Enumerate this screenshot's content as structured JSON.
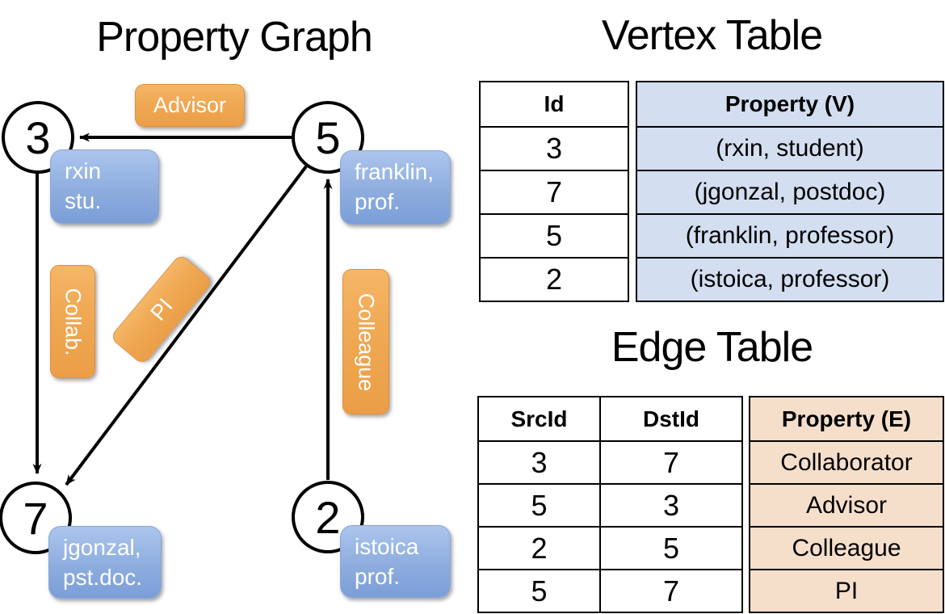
{
  "titles": {
    "graph": "Property Graph",
    "vertex_table": "Vertex Table",
    "edge_table": "Edge Table"
  },
  "graph": {
    "nodes": [
      {
        "id": "3",
        "property": "rxin\nstu."
      },
      {
        "id": "5",
        "property": "franklin,\nprof."
      },
      {
        "id": "7",
        "property": "jgonzal,\npst.doc."
      },
      {
        "id": "2",
        "property": "istoica\nprof."
      }
    ],
    "edge_labels": {
      "advisor": "Advisor",
      "collab": "Collab.",
      "pi": "PI",
      "colleague": "Colleague"
    }
  },
  "vertex_table": {
    "headers": {
      "id": "Id",
      "property": "Property (V)"
    },
    "rows": [
      {
        "id": "3",
        "property": "(rxin, student)"
      },
      {
        "id": "7",
        "property": "(jgonzal, postdoc)"
      },
      {
        "id": "5",
        "property": "(franklin, professor)"
      },
      {
        "id": "2",
        "property": "(istoica, professor)"
      }
    ]
  },
  "edge_table": {
    "headers": {
      "src": "SrcId",
      "dst": "DstId",
      "property": "Property (E)"
    },
    "rows": [
      {
        "src": "3",
        "dst": "7",
        "property": "Collaborator"
      },
      {
        "src": "5",
        "dst": "3",
        "property": "Advisor"
      },
      {
        "src": "2",
        "dst": "5",
        "property": "Colleague"
      },
      {
        "src": "5",
        "dst": "7",
        "property": "PI"
      }
    ]
  },
  "colors": {
    "edge_label_fill": "#efa853",
    "vertex_box_fill": "#8eadde",
    "vertex_property_bg": "#d3def0",
    "edge_property_bg": "#f5dfca",
    "edge_stroke": "#000000"
  }
}
